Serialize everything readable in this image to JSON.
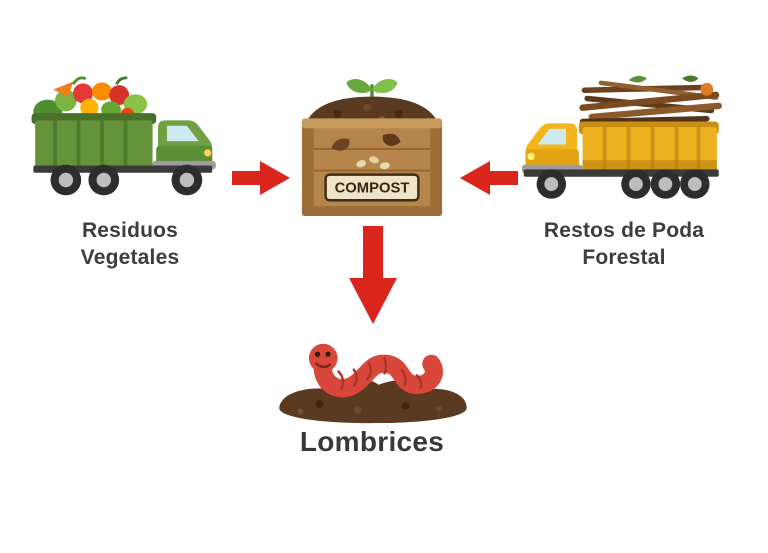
{
  "diagram": {
    "compost_label": "COMPOST",
    "left_label": {
      "line1": "Residuos",
      "line2": "Vegetales"
    },
    "right_label": {
      "line1": "Restos de Poda",
      "line2": "Forestal"
    },
    "bottom_label": "Lombrices"
  },
  "icons": {
    "left_node": "vegetable-truck-illustration",
    "center_node": "compost-bin-illustration",
    "right_node": "forestry-truck-illustration",
    "bottom_node": "earthworm-illustration",
    "left_connector": "arrow-right-icon",
    "right_connector": "arrow-left-icon",
    "down_connector": "arrow-down-icon"
  },
  "colors": {
    "background": "#ffffff",
    "arrow_red": "#d9251c",
    "label_text": "#3d3d3d",
    "truck_green": "#66993a",
    "truck_yellow": "#efb11e",
    "wood_brown": "#b5854c",
    "soil_brown": "#5a3a20",
    "worm_red": "#d8473a",
    "sprout_green": "#6fae3e"
  }
}
